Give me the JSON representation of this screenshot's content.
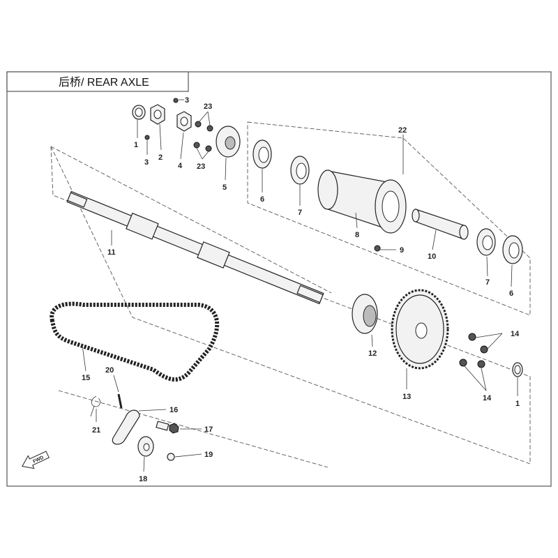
{
  "title": "后桥/ REAR AXLE",
  "fwd_label": "FWD",
  "callouts": {
    "c1a": "1",
    "c1b": "1",
    "c2": "2",
    "c3a": "3",
    "c3b": "3",
    "c4": "4",
    "c5": "5",
    "c6a": "6",
    "c6b": "6",
    "c7a": "7",
    "c7b": "7",
    "c8": "8",
    "c9": "9",
    "c10": "10",
    "c11": "11",
    "c12": "12",
    "c13": "13",
    "c14a": "14",
    "c14b": "14",
    "c15": "15",
    "c16": "16",
    "c17": "17",
    "c18": "18",
    "c19": "19",
    "c20": "20",
    "c21": "21",
    "c22": "22",
    "c23a": "23",
    "c23b": "23"
  }
}
